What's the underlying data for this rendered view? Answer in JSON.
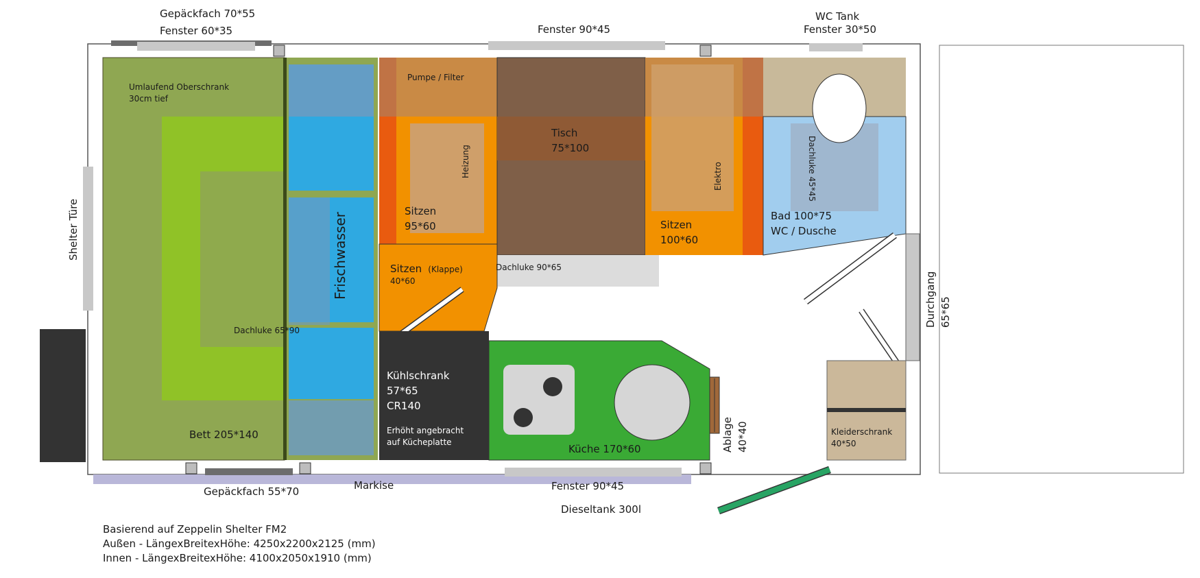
{
  "labels": {
    "gepaeckfach_top": "Gepäckfach 70*55",
    "fenster_top_left": "Fenster 60*35",
    "fenster_top_mid": "Fenster 90*45",
    "wc_tank": "WC Tank",
    "fenster_top_right": "Fenster 30*50",
    "shelter_tuere": "Shelter Türe",
    "oberschrank_1": "Umlaufend Oberschrank",
    "oberschrank_2": "30cm tief",
    "dachluke_bed": "Dachluke 65*90",
    "bett": "Bett 205*140",
    "frischwasser": "Frischwasser",
    "pumpe": "Pumpe / Filter",
    "heizung": "Heizung",
    "sitzen_a1": "Sitzen",
    "sitzen_a2": "95*60",
    "tisch_1": "Tisch",
    "tisch_2": "75*100",
    "elektro": "Elektro",
    "sitzen_b1": "Sitzen",
    "sitzen_b2": "100*60",
    "dachluke_bath": "Dachluke 45*45",
    "bad_1": "Bad 100*75",
    "bad_2": "WC / Dusche",
    "sitzen_klappe_main": "Sitzen",
    "sitzen_klappe_sub": "(Klappe)",
    "sitzen_klappe_size": "40*60",
    "dachluke_mid": "Dachluke 90*65",
    "kuehl_1": "Kühlschrank",
    "kuehl_2": "57*65",
    "kuehl_3": "CR140",
    "kuehl_4": "Erhöht angebracht",
    "kuehl_5": "auf Kücheplatte",
    "kueche": "Küche 170*60",
    "ablage_1": "Ablage",
    "ablage_2": "40*40",
    "durchgang_1": "Durchgang",
    "durchgang_2": "65*65",
    "kleider_1": "Kleiderschrank",
    "kleider_2": "40*50",
    "gepaeckfach_bottom": "Gepäckfach 55*70",
    "markise": "Markise",
    "fenster_bottom": "Fenster 90*45",
    "dieseltank": "Dieseltank 300l"
  },
  "notes": {
    "line1": "Basierend auf Zeppelin Shelter FM2",
    "line2": "Außen - LängexBreitexHöhe:  4250x2200x2125 (mm)",
    "line3": "Innen - LängexBreitexHöhe:   4100x2050x1910 (mm)"
  },
  "colors": {
    "bed_olive": "#8fa752",
    "bed_lime": "#90c227",
    "water_blue": "#2fa9e1",
    "orange": "#f29100",
    "dark_orange": "#e95b0f",
    "table_brown": "#7f5f48",
    "fridge": "#333333",
    "kitchen_green": "#3aaa35",
    "bath_blue": "#a1cdee",
    "bath_tan": "#c8b99a",
    "wardrobe_tan": "#cbb89a",
    "markise_lavender": "#b9b7d9",
    "grey_window": "#cccccc"
  }
}
